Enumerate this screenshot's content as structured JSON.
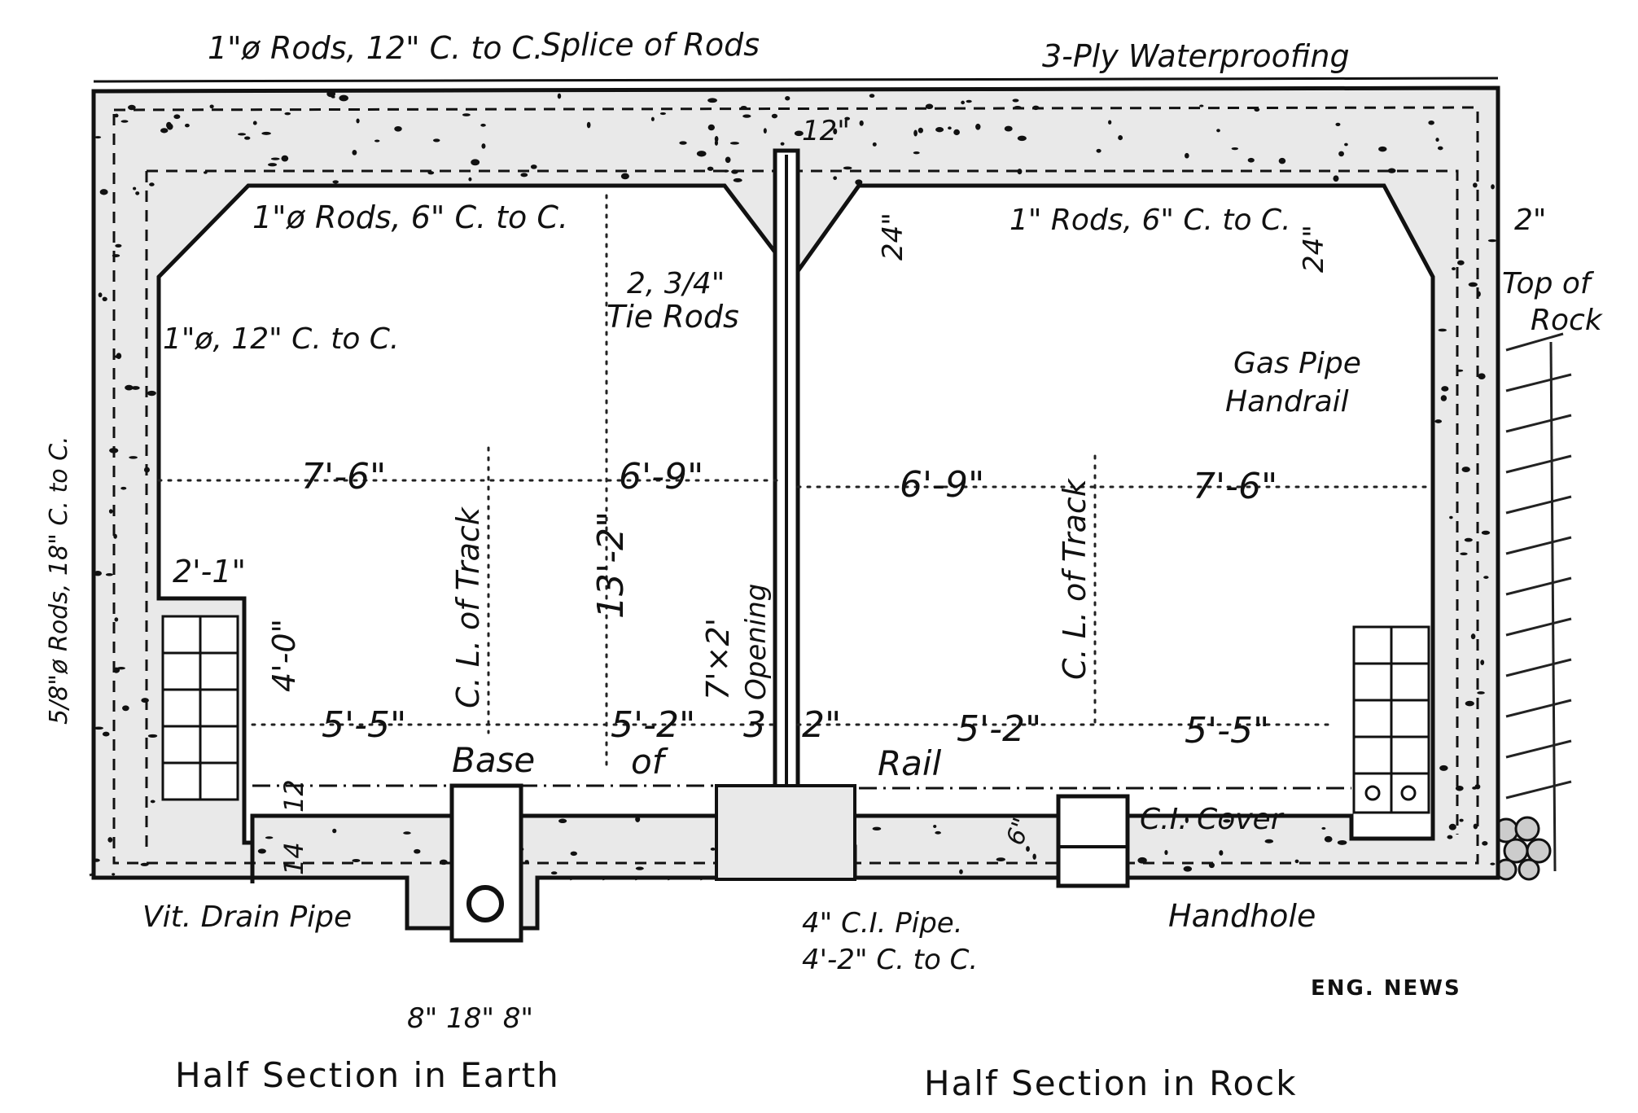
{
  "labels": {
    "rods_top": "1\"ø Rods, 12\" C. to C.",
    "splice": "Splice of Rods",
    "waterproofing": "3-Ply Waterproofing",
    "rods_top_left": "1\"ø Rods, 6\" C. to C.",
    "rods_top_right": "1\" Rods, 6\" C. to C.",
    "dim_12_top": "12\"",
    "dim_2": "2\"",
    "dim_24_left": "24\"",
    "dim_24_right": "24\"",
    "tie_rods_1": "2, 3/4\"",
    "tie_rods_2": "Tie Rods",
    "rods_side_left": "1\"ø, 12\" C. to C.",
    "top_of_rock_1": "Top of",
    "top_of_rock_2": "Rock",
    "gas_pipe_1": "Gas Pipe",
    "gas_pipe_2": "Handrail",
    "vertical_rods": "5/8\"ø Rods, 18\" C. to C.",
    "dim_7_6_left": "7'-6\"",
    "dim_6_9_left": "6'-9\"",
    "dim_6_9_right": "6'-9\"",
    "dim_7_6_right": "7'-6\"",
    "dim_2_1": "2'-1\"",
    "cl_track_left": "C. L. of Track",
    "dim_13_2": "13'-2\"",
    "opening_size": "7'×2'",
    "opening": "Opening",
    "cl_track_right": "C. L. of Track",
    "dim_4_0": "4'-0\"",
    "dim_5_5_left": "5'-5\"",
    "dim_5_2_left": "5'-2\"",
    "dim_3": "3",
    "dim_2_small": "2\"",
    "dim_5_2_right": "5'-2\"",
    "dim_5_5_right": "5'-5\"",
    "base_of_rail_1": "Base",
    "base_of_rail_2": "of",
    "base_of_rail_3": "Rail",
    "dim_12_side": "12",
    "dim_14": "14",
    "dim_6": "6\"",
    "ci_cover": "C.I. Cover",
    "drain_pipe": "Vit. Drain Pipe",
    "ci_pipe_1": "4\" C.I. Pipe.",
    "ci_pipe_2": "4'-2\" C. to C.",
    "handhole": "Handhole",
    "dims_bottom": "8\"  18\"  8\"",
    "credit": "ENG. NEWS",
    "caption_left": "Half Section in Earth",
    "caption_right": "Half Section in Rock"
  },
  "colors": {
    "ink": "#111111",
    "concrete": "#e9e9e9",
    "paper": "#ffffff"
  }
}
